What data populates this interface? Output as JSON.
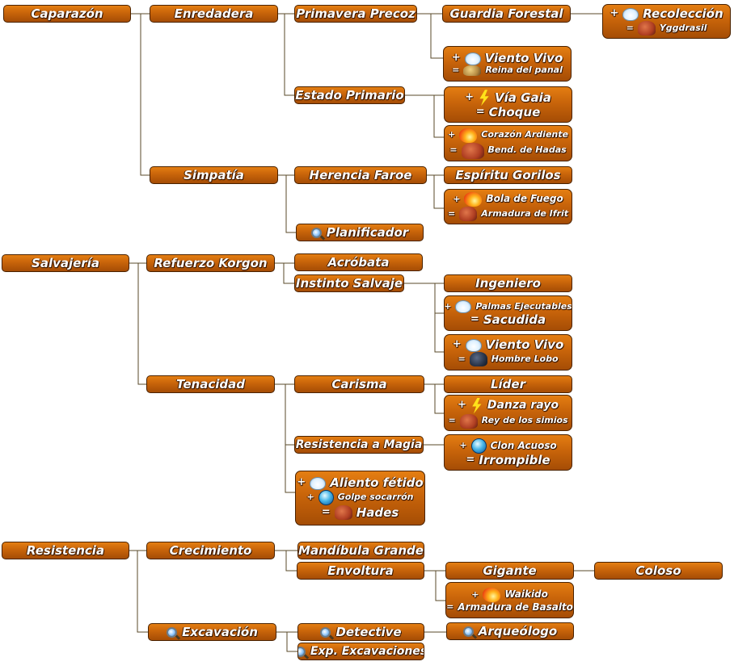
{
  "colors": {
    "node_fill": "#c8640a",
    "node_border": "#4a2200",
    "line": "#5a4a2a",
    "text": "#ffffff"
  },
  "caparazon": {
    "label": "Caparazón",
    "enredadera": "Enredadera",
    "primavera_precoz": "Primavera Precoz",
    "guardia_forestal": "Guardia Forestal",
    "recoleccion": {
      "plus": "+",
      "icon": "air-icon",
      "name": "Recolección",
      "eq": "=",
      "monster_icon": "monster-icon",
      "monster": "Yggdrasil"
    },
    "viento_vivo": {
      "plus": "+",
      "icon": "air-icon",
      "name": "Viento Vivo",
      "eq": "=",
      "monster_icon": "monster-icon",
      "monster": "Reina del panal"
    },
    "estado_primario": "Estado Primario",
    "via_gaia": {
      "plus": "+",
      "icon": "lightning-icon",
      "name": "Vía Gaia",
      "eq": "=",
      "result": "Choque"
    },
    "corazon_ardiente": {
      "plus": "+",
      "icon": "fire-icon",
      "name": "Corazón Ardiente",
      "eq": "=",
      "monster_icon": "monster-icon",
      "monster": "Bend. de Hadas"
    },
    "simpatia": "Simpatía",
    "herencia_faroe": "Herencia Faroe",
    "espiritu_gorilos": "Espíritu Gorilos",
    "bola_de_fuego": {
      "plus": "+",
      "icon": "fire-icon",
      "name": "Bola de Fuego",
      "eq": "=",
      "monster_icon": "monster-icon",
      "monster": "Armadura de Ifrit"
    },
    "planificador": "Planificador"
  },
  "salvajeria": {
    "label": "Salvajería",
    "refuerzo_korgon": "Refuerzo Korgon",
    "acrobata": "Acróbata",
    "instinto_salvaje": "Instinto Salvaje",
    "ingeniero": "Ingeniero",
    "palmas": {
      "plus": "+",
      "icon": "air-icon",
      "name": "Palmas Ejecutables",
      "eq": "=",
      "result": "Sacudida"
    },
    "viento_vivo": {
      "plus": "+",
      "icon": "air-icon",
      "name": "Viento Vivo",
      "eq": "=",
      "monster_icon": "monster-icon",
      "monster": "Hombre Lobo"
    },
    "tenacidad": "Tenacidad",
    "carisma": "Carisma",
    "lider": "Líder",
    "danza_rayo": {
      "plus": "+",
      "icon": "lightning-icon",
      "name": "Danza rayo",
      "eq": "=",
      "monster_icon": "monster-icon",
      "monster": "Rey de los simios"
    },
    "resistencia_magia": "Resistencia a Magia",
    "clon_acuoso": {
      "plus": "+",
      "icon": "water-icon",
      "name": "Clon Acuoso",
      "eq": "=",
      "result": "Irrompible"
    },
    "aliento_fetido": {
      "plus": "+",
      "icon": "air-icon",
      "name": "Aliento fétido",
      "plus2": "+",
      "icon2": "water-icon",
      "name2": "Golpe socarrón",
      "eq": "=",
      "monster_icon": "monster-icon",
      "monster": "Hades"
    }
  },
  "resistencia": {
    "label": "Resistencia",
    "crecimiento": "Crecimiento",
    "mandibula_grande": "Mandíbula Grande",
    "envoltura": "Envoltura",
    "gigante": "Gigante",
    "coloso": "Coloso",
    "waikido": {
      "plus": "+",
      "icon": "fire-icon",
      "name": "Waikido",
      "eq": "=",
      "result": "Armadura de Basalto"
    },
    "excavacion": "Excavación",
    "detective": "Detective",
    "arqueologo": "Arqueólogo",
    "exp_excavaciones": "Exp. Excavaciones"
  }
}
